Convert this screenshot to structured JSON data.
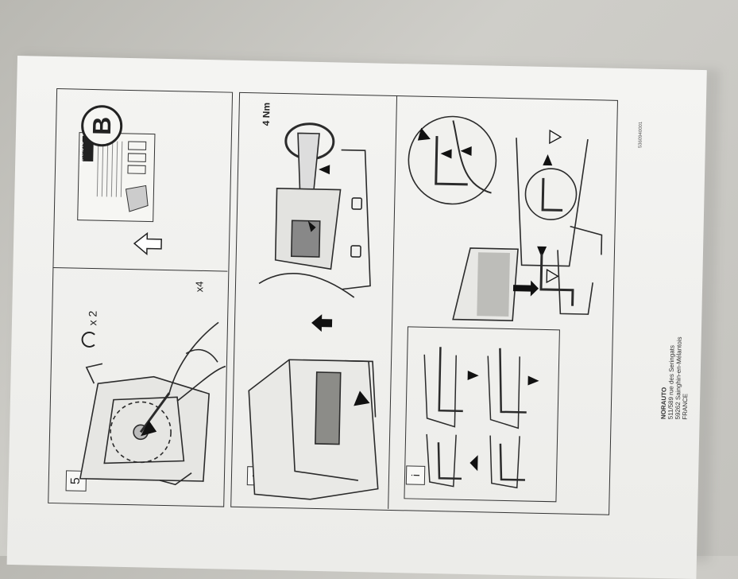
{
  "step_number": "5",
  "rotate_count": "x 2",
  "screw_count": "x4",
  "circle_letter": "B",
  "torque": "4 Nm",
  "info_icon": "i",
  "mini_brand": "NORAUTO",
  "mini_code": "XX",
  "doc_code": "5360940001",
  "address": {
    "company": "NORAUTO",
    "line1": "511/589 rue des Seringats",
    "line2": "59262 Sainghin-en-Mélantois",
    "line3": "FRANCE"
  },
  "colors": {
    "paper": "#efefec",
    "ink": "#2b2b2b",
    "shade": "#9a9a96"
  }
}
